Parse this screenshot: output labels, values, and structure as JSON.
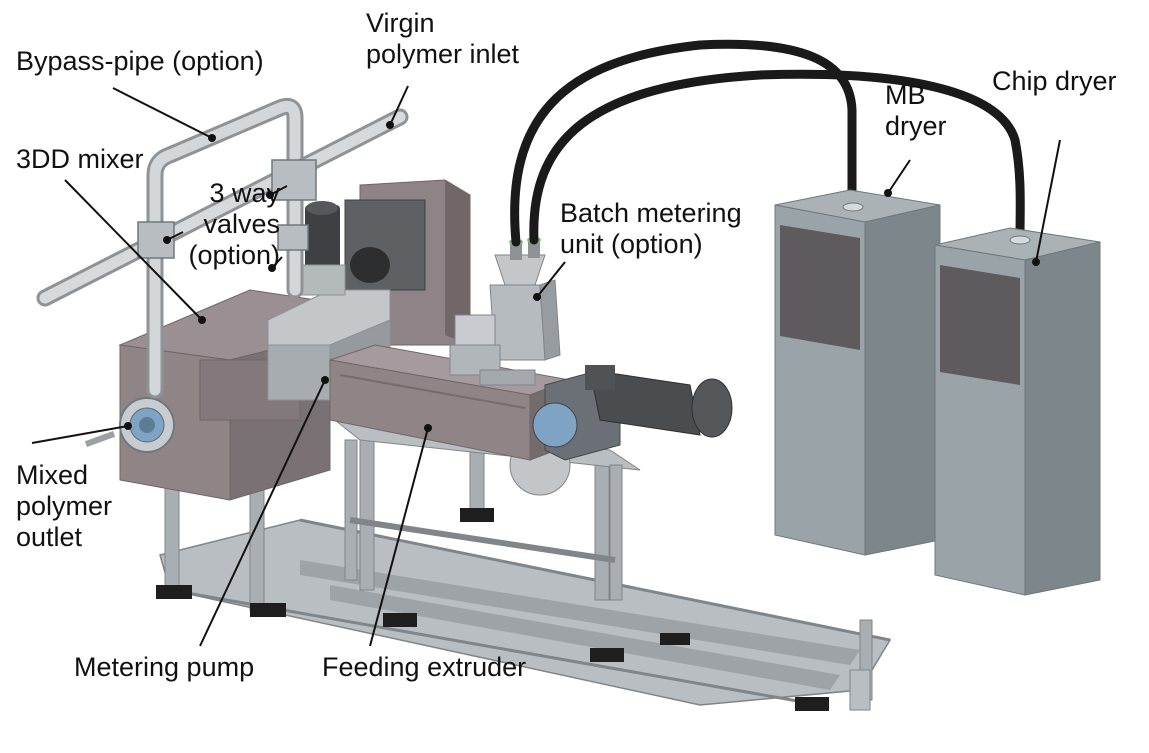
{
  "labels": {
    "bypass_pipe": "Bypass-pipe (option)",
    "virgin_inlet": [
      "Virgin",
      "polymer inlet"
    ],
    "mixer_3dd": "3DD mixer",
    "three_way_valves": [
      "3 way",
      "valves",
      "(option)"
    ],
    "batch_metering": [
      "Batch metering",
      "unit (option)"
    ],
    "mb_dryer": [
      "MB",
      "dryer"
    ],
    "chip_dryer": "Chip dryer",
    "mixed_outlet": [
      "Mixed",
      "polymer",
      "outlet"
    ],
    "metering_pump": "Metering pump",
    "feeding_extruder": "Feeding extruder"
  },
  "colors": {
    "frame": "#a9aeb2",
    "frame_dark": "#7f8589",
    "housing": "#8f8587",
    "housing_dark": "#6f6668",
    "dryer": "#8f989c",
    "dryer_dark": "#6f787c",
    "dryer_panel": "#5f5a5e",
    "hose": "#1a1a1a",
    "pipe": "#c9ced2",
    "motor": "#4a4d50",
    "foot": "#1e1e1e"
  }
}
